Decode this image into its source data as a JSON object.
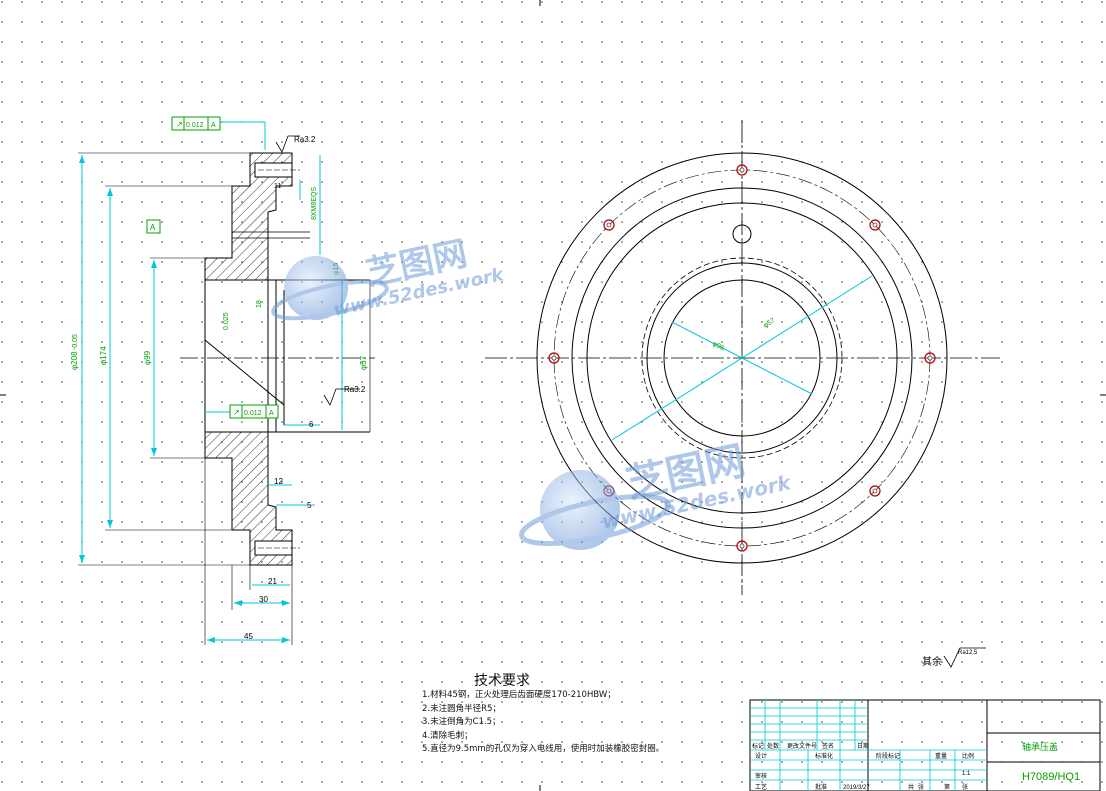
{
  "drawing": {
    "tolerance_frames": [
      "0.012",
      "0.012"
    ],
    "datum_letter": "A",
    "roughness_labels": [
      "Ra3.2",
      "Ra3.2"
    ],
    "general_roughness_prefix": "其余",
    "general_roughness_value": "Ra12.5",
    "dims": {
      "od_outer": "φ208",
      "od_outer_tol": "-0.05",
      "bolt_circle": "φ174",
      "bore": "φ99",
      "hub": "φ57",
      "thread": "8XM8EQS",
      "small_bore": "φ15",
      "bore_flat": "φ96",
      "w21": "21",
      "w30": "30",
      "w45": "45",
      "w5": "5",
      "w6": "6",
      "w12": "12",
      "h11": "11",
      "w8": "8",
      "chamfer_rt": "0.025",
      "dim_18": "18",
      "face_96": "φ96",
      "face_57": "φ57"
    }
  },
  "tech_requirements": {
    "title": "技术要求",
    "items": [
      "1.材料45钢，正火处理后齿面硬度170-210HBW；",
      "2.未注圆角半径R5；",
      "3.未注倒角为C1.5；",
      "4.清除毛刺；",
      "5.直径为9.5mm的孔仅为穿入电线用，使用时加装橡胶密封圈。"
    ]
  },
  "title_block": {
    "part_name": "轴承压盖",
    "drawing_no": "H7089/HQ1",
    "date": "2019/3/27",
    "scale": "1:1",
    "headers": [
      "标记",
      "处数",
      "更改文件号",
      "签名",
      "日期"
    ],
    "row2": [
      "设计",
      "标准化"
    ],
    "row3": [
      "审核",
      "工艺",
      "批准"
    ],
    "labels": [
      "阶段标记",
      "重量",
      "比例",
      "共",
      "张",
      "第",
      "张"
    ]
  },
  "watermark": {
    "brand": "芝图网",
    "url": "www.52des.work"
  }
}
